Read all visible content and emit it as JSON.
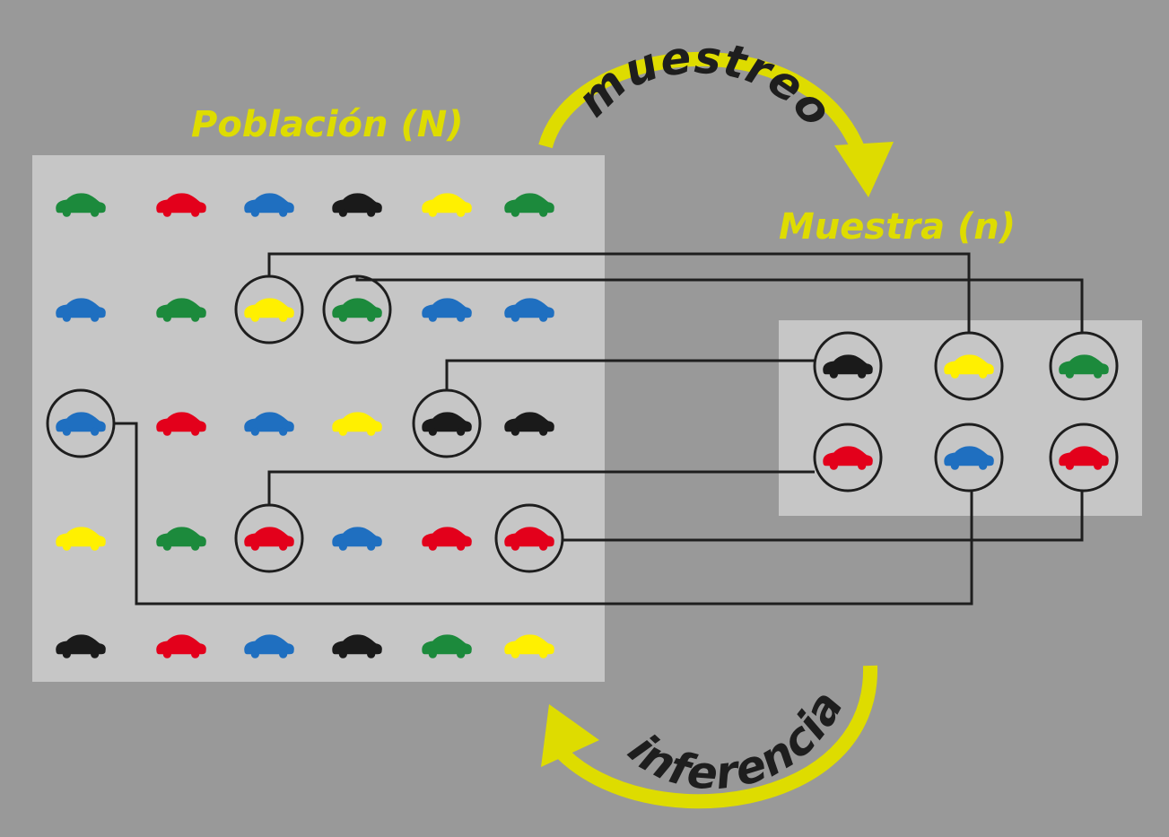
{
  "labels": {
    "population": "Población (N)",
    "sample": "Muestra (n)",
    "sampling": "muestreo",
    "inference": "inferencia"
  },
  "colors": {
    "background": "#999999",
    "panel": "#c6c6c6",
    "accent": "#dedc00",
    "line": "#1e1e1e",
    "car_green": "#1c8a3c",
    "car_red": "#e3001b",
    "car_blue": "#1f6fc0",
    "car_black": "#1a1a1a",
    "car_yellow": "#fff000"
  },
  "population": {
    "rows": [
      [
        "green",
        "red",
        "blue",
        "black",
        "yellow",
        "green"
      ],
      [
        "blue",
        "green",
        "yellow",
        "green",
        "blue",
        "blue"
      ],
      [
        "blue",
        "red",
        "blue",
        "yellow",
        "black",
        "black"
      ],
      [
        "yellow",
        "green",
        "red",
        "blue",
        "red",
        "red"
      ],
      [
        "black",
        "red",
        "blue",
        "black",
        "green",
        "yellow"
      ]
    ],
    "selected": [
      [
        1,
        2
      ],
      [
        1,
        3
      ],
      [
        2,
        0
      ],
      [
        2,
        4
      ],
      [
        3,
        2
      ],
      [
        3,
        5
      ]
    ]
  },
  "sample": {
    "rows": [
      [
        "black",
        "yellow",
        "green"
      ],
      [
        "red",
        "blue",
        "red"
      ]
    ]
  },
  "links": [
    {
      "from": [
        1,
        2
      ],
      "to": [
        0,
        1
      ]
    },
    {
      "from": [
        1,
        3
      ],
      "to": [
        0,
        2
      ]
    },
    {
      "from": [
        2,
        4
      ],
      "to": [
        0,
        0
      ]
    },
    {
      "from": [
        3,
        2
      ],
      "to": [
        1,
        0
      ]
    },
    {
      "from": [
        3,
        5
      ],
      "to": [
        1,
        2
      ]
    },
    {
      "from": [
        2,
        0
      ],
      "to": [
        1,
        1
      ]
    }
  ],
  "icons": {
    "car": "car-icon",
    "sampling_arrow": "curved-arrow-icon",
    "inference_arrow": "curved-arrow-icon"
  }
}
